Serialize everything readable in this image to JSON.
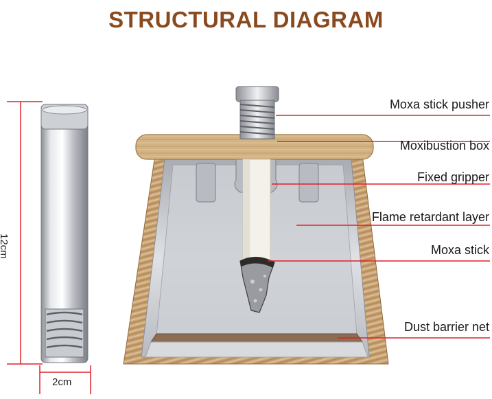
{
  "title": "STRUCTURAL DIAGRAM",
  "labels": {
    "pusher": "Moxa stick pusher",
    "box": "Moxibustion box",
    "gripper": "Fixed gripper",
    "layer": "Flame retardant layer",
    "stick": "Moxa stick",
    "net": "Dust barrier net"
  },
  "dimensions": {
    "height": "12cm",
    "width": "2cm"
  },
  "colors": {
    "title": "#8a4a1f",
    "leader": "#e0202a",
    "wood": "#caa679",
    "metal": "#c4c6cb"
  }
}
